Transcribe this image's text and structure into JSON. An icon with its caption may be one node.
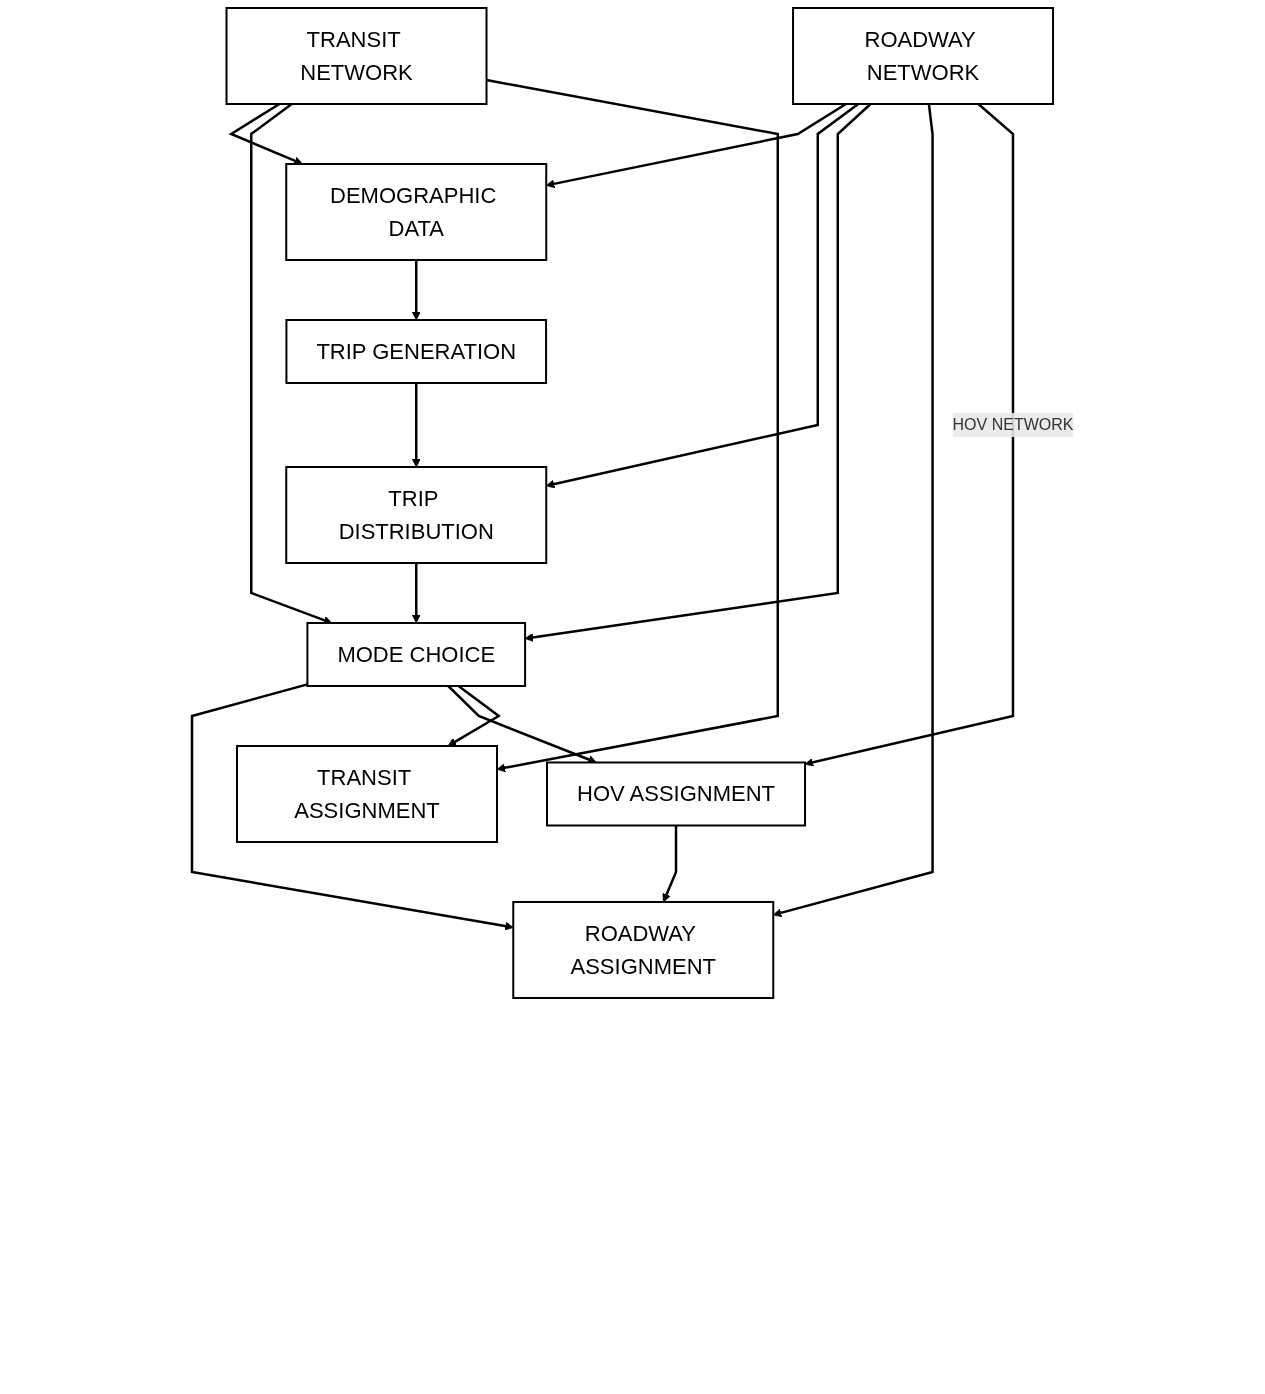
{
  "diagram": {
    "nodes": [
      {
        "text": [
          "DEMOGRAPHIC DATA"
        ]
      },
      {
        "text": [
          "TRIP GENERATION"
        ]
      },
      {
        "text": [
          "ROADWAY NETWORK"
        ]
      },
      {
        "text": [
          "TRIP DISTRIBUTION"
        ]
      },
      {
        "text": [
          "TRANSIT NETWORK"
        ]
      },
      {
        "text": [
          "MODE CHOICE"
        ]
      },
      {
        "text": [
          "ROADWAY ASSIGNMENT"
        ]
      },
      {
        "text": [
          "HOV ASSIGNMENT"
        ]
      },
      {
        "text": [
          "TRANSIT ASSIGNMENT"
        ]
      }
    ],
    "edges": [
      {
        "from": 2,
        "to": 0,
        "arrow": "to"
      },
      {
        "from": 4,
        "to": 0,
        "arrow": "to"
      },
      {
        "from": 0,
        "to": 1,
        "arrow": "to"
      },
      {
        "from": 1,
        "to": 3,
        "arrow": "to"
      },
      {
        "from": 2,
        "to": 3,
        "arrow": "to"
      },
      {
        "from": 3,
        "to": 5,
        "arrow": "to"
      },
      {
        "from": 2,
        "to": 5,
        "arrow": "to"
      },
      {
        "from": 4,
        "to": 5,
        "arrow": "to"
      },
      {
        "from": 2,
        "to": 6,
        "arrow": "to"
      },
      {
        "from": 2,
        "to": 7,
        "label": "HOV NETWORK",
        "arrow": "to"
      },
      {
        "from": 5,
        "to": 6,
        "arrow": "to"
      },
      {
        "from": 5,
        "to": 7,
        "arrow": "to"
      },
      {
        "from": 5,
        "to": 8,
        "arrow": "to"
      },
      {
        "from": 4,
        "to": 8,
        "arrow": "to"
      },
      {
        "from": 7,
        "to": 6,
        "arrow": "to"
      }
    ]
  }
}
